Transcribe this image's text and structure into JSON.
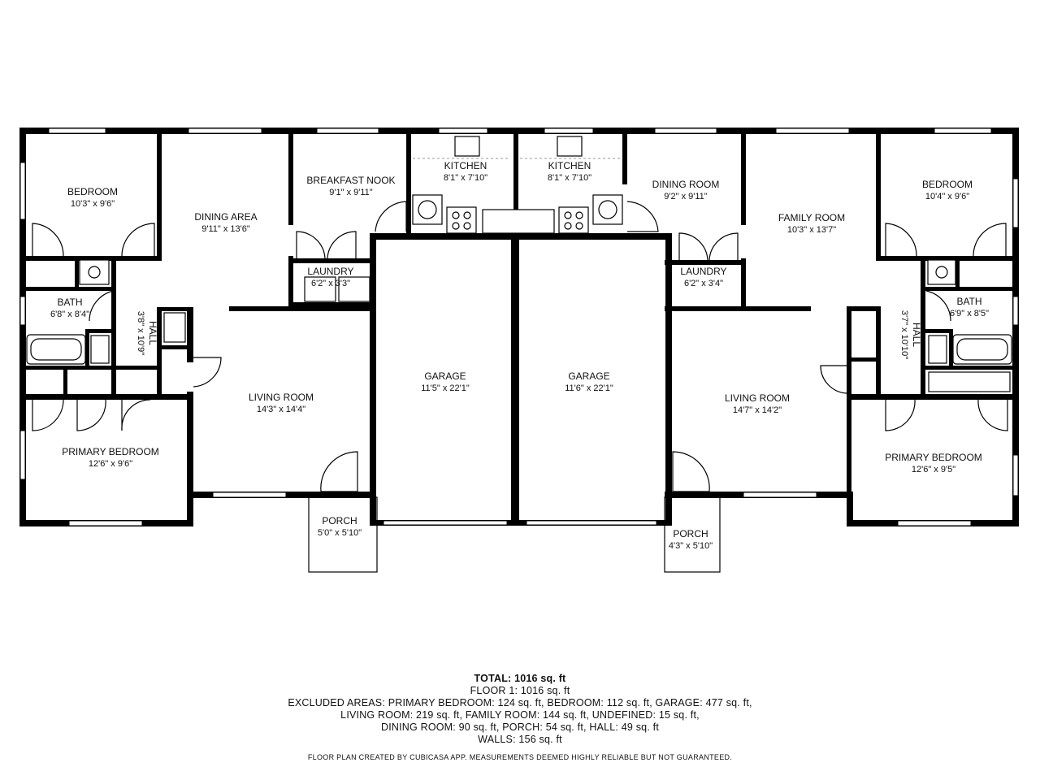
{
  "rooms": {
    "bedroom_left": {
      "name": "BEDROOM",
      "dims": "10'3\" x 9'6\""
    },
    "dining_area": {
      "name": "DINING AREA",
      "dims": "9'11\" x 13'6\""
    },
    "breakfast_nook": {
      "name": "BREAKFAST NOOK",
      "dims": "9'1\" x 9'11\""
    },
    "kitchen_left": {
      "name": "KITCHEN",
      "dims": "8'1\" x 7'10\""
    },
    "kitchen_right": {
      "name": "KITCHEN",
      "dims": "8'1\" x 7'10\""
    },
    "dining_room": {
      "name": "DINING ROOM",
      "dims": "9'2\" x 9'11\""
    },
    "family_room": {
      "name": "FAMILY ROOM",
      "dims": "10'3\" x 13'7\""
    },
    "bedroom_right": {
      "name": "BEDROOM",
      "dims": "10'4\" x 9'6\""
    },
    "laundry_left": {
      "name": "LAUNDRY",
      "dims": "6'2\" x 3'3\""
    },
    "laundry_right": {
      "name": "LAUNDRY",
      "dims": "6'2\" x 3'4\""
    },
    "bath_left": {
      "name": "BATH",
      "dims": "6'8\" x 8'4\""
    },
    "bath_right": {
      "name": "BATH",
      "dims": "6'9\" x 8'5\""
    },
    "hall_left": {
      "name": "HALL",
      "dims": "3'8\" x 10'9\""
    },
    "hall_right": {
      "name": "HALL",
      "dims": "3'7\" x 10'10\""
    },
    "garage_left": {
      "name": "GARAGE",
      "dims": "11'5\" x 22'1\""
    },
    "garage_right": {
      "name": "GARAGE",
      "dims": "11'6\" x 22'1\""
    },
    "living_left": {
      "name": "LIVING ROOM",
      "dims": "14'3\" x 14'4\""
    },
    "living_right": {
      "name": "LIVING ROOM",
      "dims": "14'7\" x 14'2\""
    },
    "primary_left": {
      "name": "PRIMARY BEDROOM",
      "dims": "12'6\" x 9'6\""
    },
    "primary_right": {
      "name": "PRIMARY BEDROOM",
      "dims": "12'6\" x 9'5\""
    },
    "porch_left": {
      "name": "PORCH",
      "dims": "5'0\" x 5'10\""
    },
    "porch_right": {
      "name": "PORCH",
      "dims": "4'3\" x 5'10\""
    }
  },
  "summary": {
    "total": "TOTAL: 1016 sq. ft",
    "floor": "FLOOR 1: 1016 sq. ft",
    "excluded_1": "EXCLUDED AREAS: PRIMARY BEDROOM: 124 sq. ft, BEDROOM: 112 sq. ft, GARAGE: 477 sq. ft,",
    "excluded_2": "LIVING ROOM: 219 sq. ft, FAMILY ROOM: 144 sq. ft, UNDEFINED: 15 sq. ft,",
    "excluded_3": "DINING ROOM: 90 sq. ft, PORCH: 54 sq. ft, HALL: 49 sq. ft",
    "walls": "WALLS: 156 sq. ft"
  },
  "credit": "FLOOR PLAN CREATED BY CUBICASA APP. MEASUREMENTS DEEMED HIGHLY RELIABLE BUT NOT GUARANTEED."
}
